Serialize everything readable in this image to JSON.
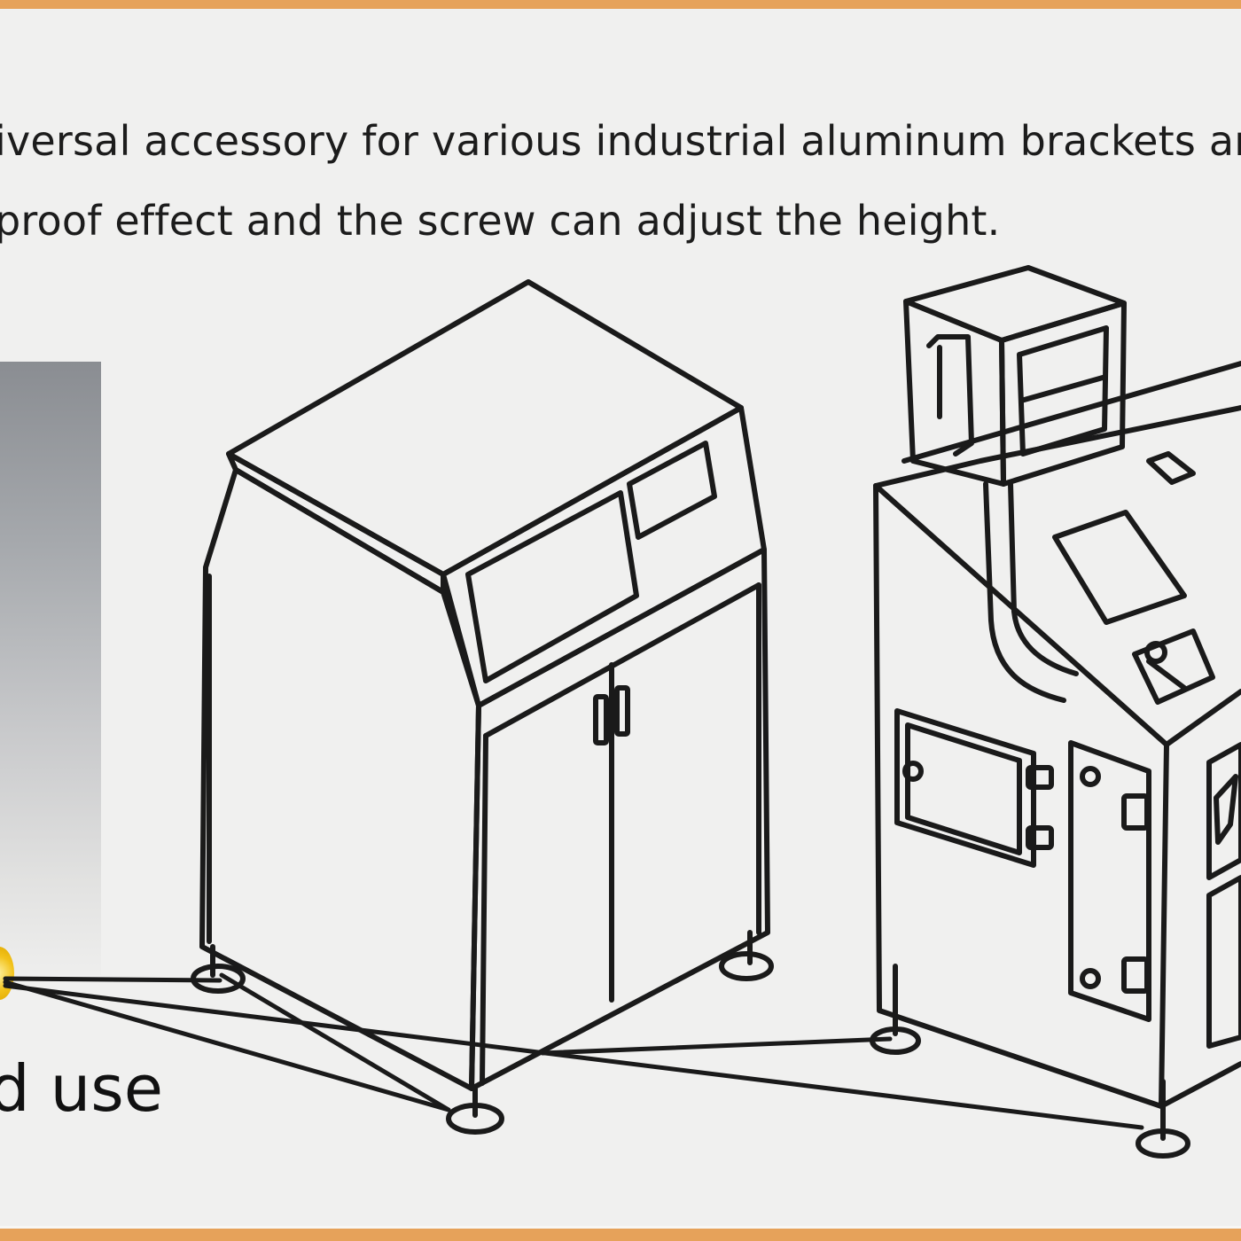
{
  "text": {
    "line1": "iversal accessory for various industrial aluminum brackets and",
    "line2": "proof effect and the screw can adjust the height.",
    "usage_label": "d use"
  },
  "colors": {
    "border": "#e6a25a",
    "background": "#f0f0ef",
    "line": "#1a1a1a",
    "highlight": "#f2c21a"
  },
  "illustration": {
    "machines": [
      "machine-cabinet-left",
      "machine-cabinet-right"
    ],
    "callout_targets": 4
  }
}
